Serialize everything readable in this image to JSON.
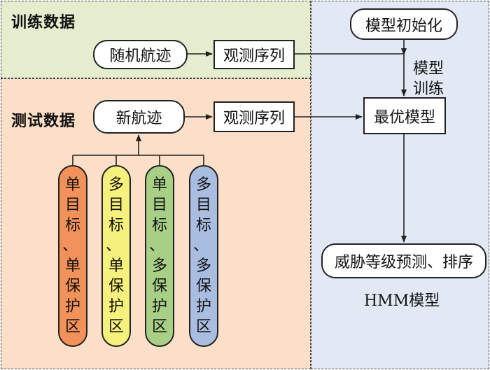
{
  "regions": {
    "train": {
      "title": "训练数据"
    },
    "test": {
      "title": "测试数据"
    }
  },
  "nodes": {
    "random_track": "随机航迹",
    "observation_seq_train": "观测序列",
    "model_init": "模型初始化",
    "new_track": "新航迹",
    "observation_seq_test": "观测序列",
    "optimal_model": "最优模型",
    "threat_rank": "威胁等级预测、排序"
  },
  "labels": {
    "model_training_line1": "模型",
    "model_training_line2": "训练",
    "hmm_model": "HMM模型"
  },
  "scenarios": [
    {
      "chars": [
        "单",
        "目",
        "标",
        "、",
        "单",
        "保",
        "护",
        "区"
      ],
      "color": "#f2915a"
    },
    {
      "chars": [
        "多",
        "目",
        "标",
        "、",
        "单",
        "保",
        "护",
        "区"
      ],
      "color": "#f6f17c"
    },
    {
      "chars": [
        "单",
        "目",
        "标",
        "、",
        "多",
        "保",
        "护",
        "区"
      ],
      "color": "#a7cf85"
    },
    {
      "chars": [
        "多",
        "目",
        "标",
        "、",
        "多",
        "保",
        "护",
        "区"
      ],
      "color": "#a9bde0"
    }
  ]
}
